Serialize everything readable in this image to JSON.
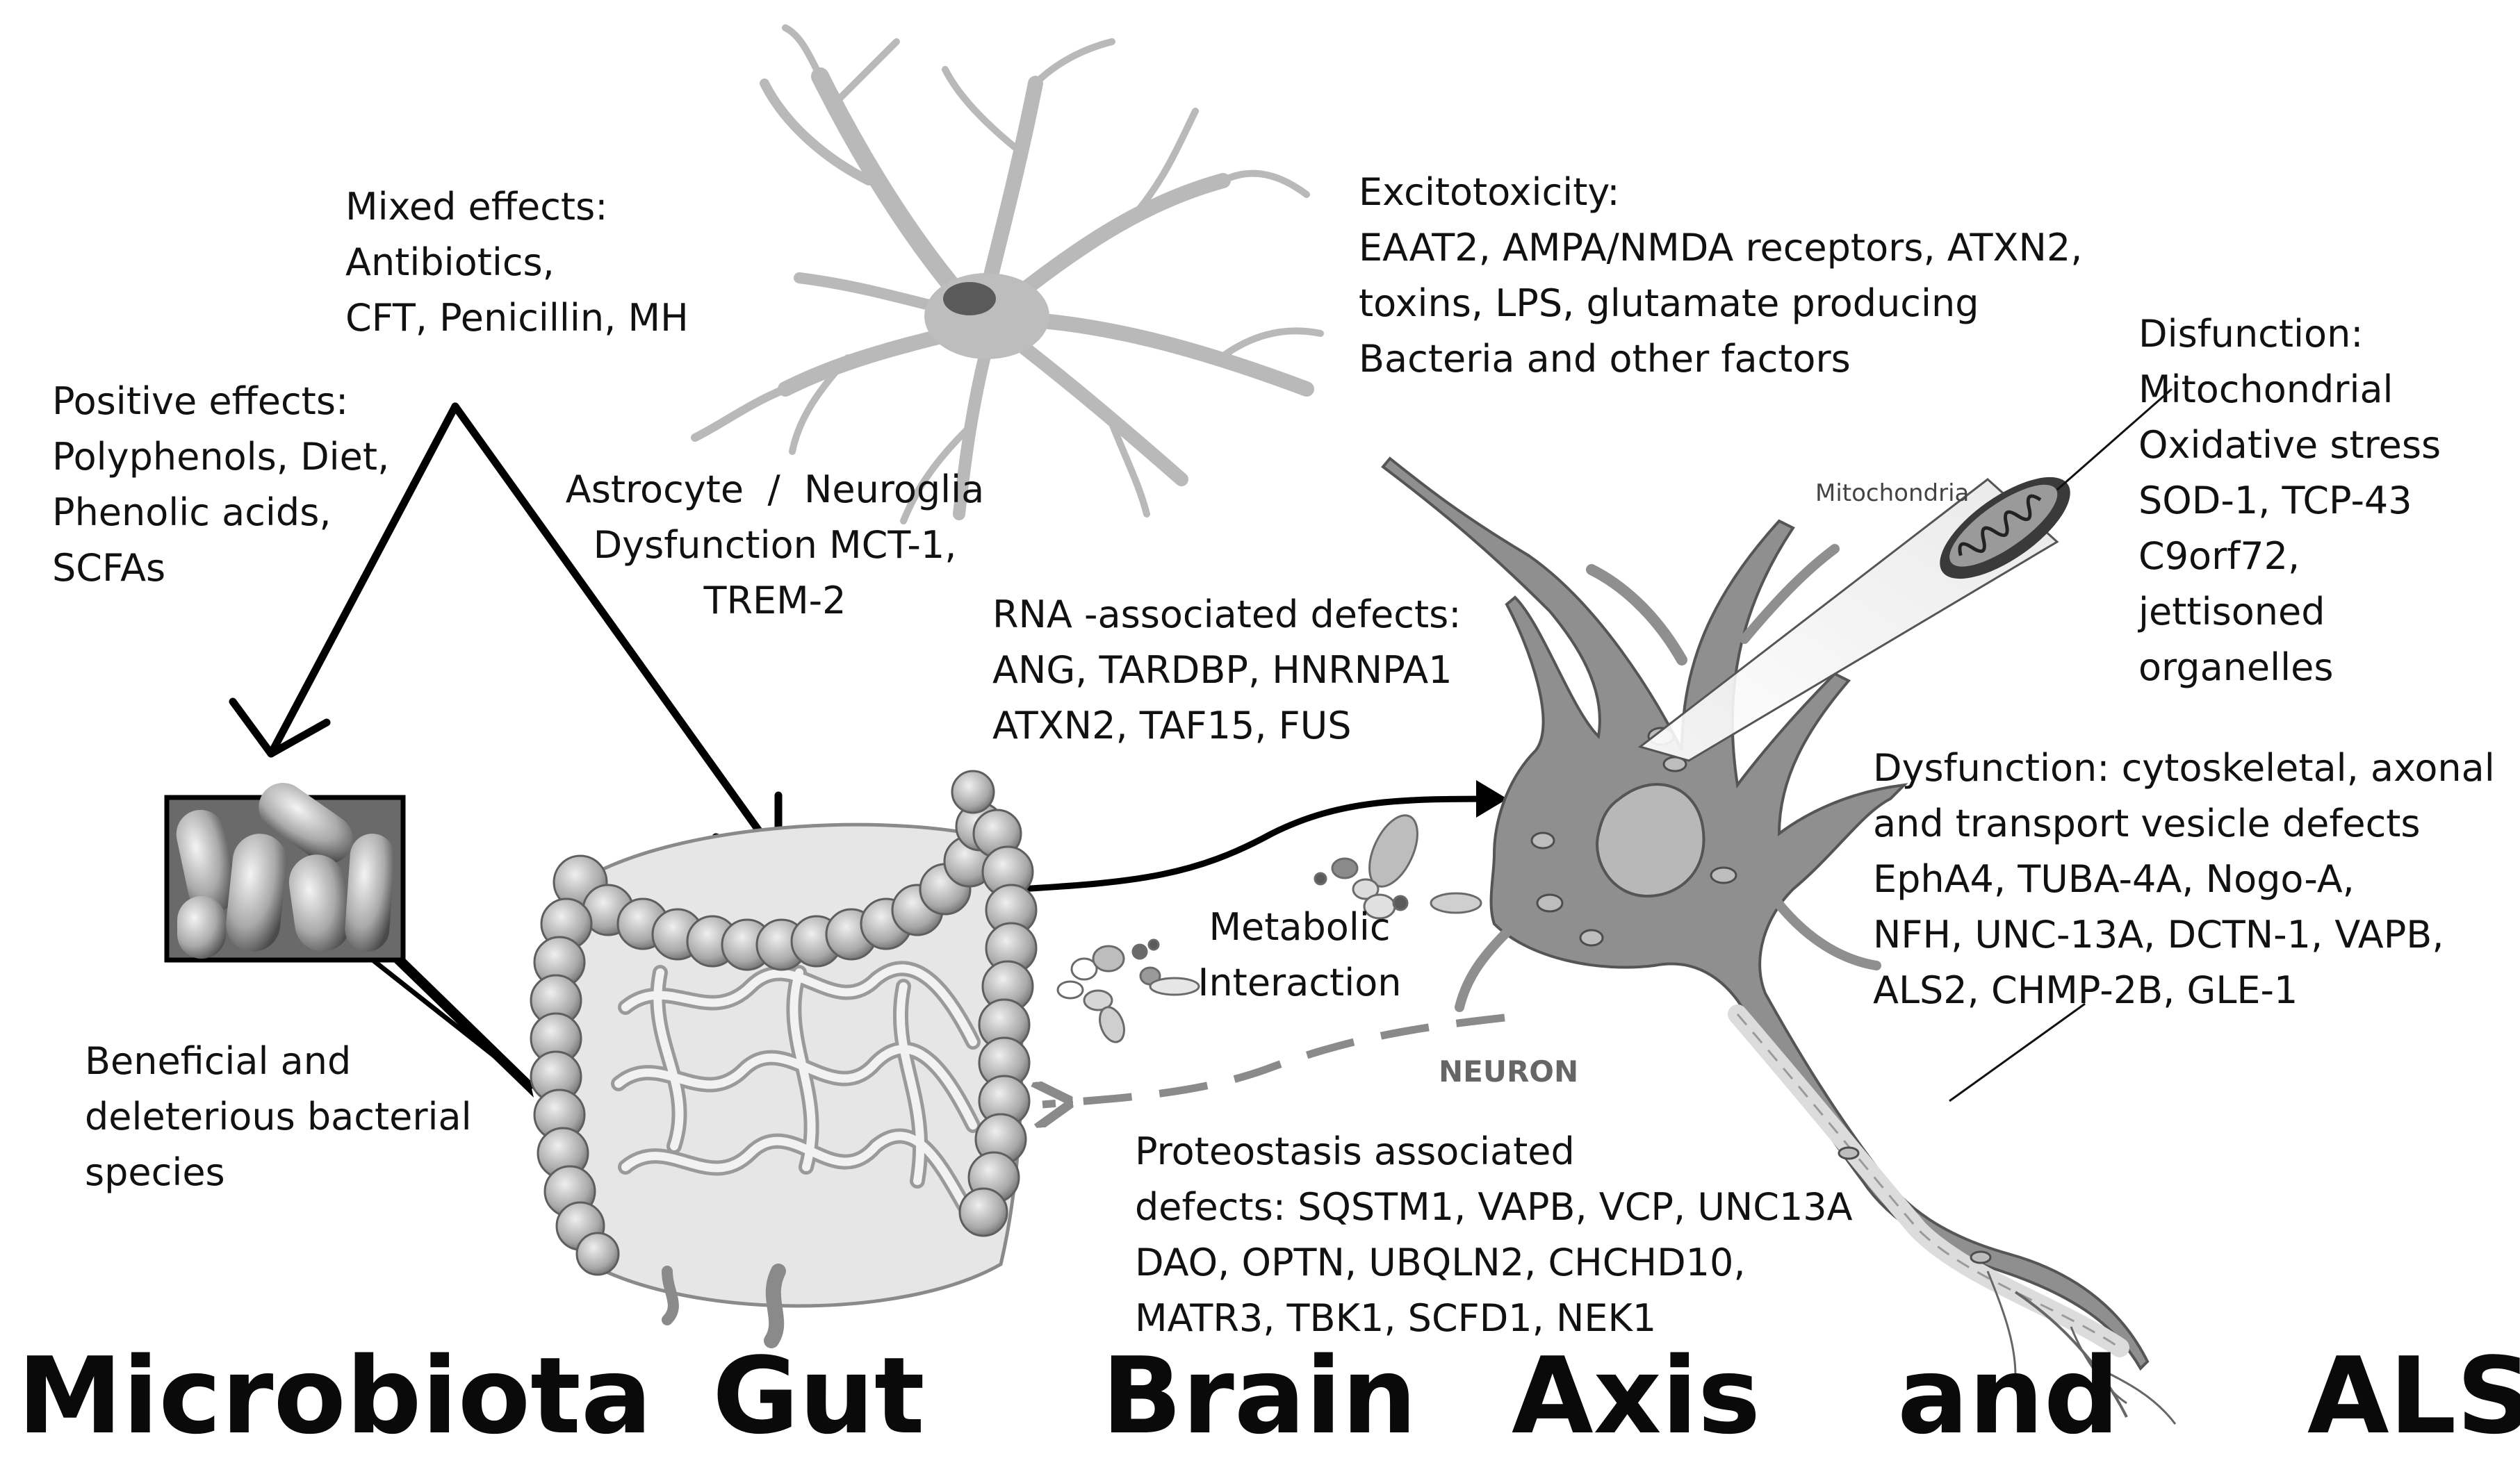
{
  "mixed_effects": {
    "heading": "Mixed effects:",
    "lines": [
      "Antibiotics,",
      "CFT, Penicillin, MH"
    ]
  },
  "positive_effects": {
    "heading": "Positive effects:",
    "lines": [
      "Polyphenols, Diet,",
      "Phenolic acids,",
      "SCFAs"
    ]
  },
  "astrocyte": {
    "lines": [
      "Astrocyte  /  Neuroglia",
      "Dysfunction MCT-1,",
      "TREM-2"
    ]
  },
  "excitotoxicity": {
    "heading": "Excitotoxicity:",
    "lines": [
      "EAAT2, AMPA/NMDA receptors, ATXN2,",
      "toxins, LPS, glutamate producing",
      "Bacteria and other factors"
    ]
  },
  "mito_dysfunction": {
    "heading": "Disfunction:",
    "lines": [
      "Mitochondrial",
      "Oxidative stress",
      "SOD-1, TCP-43",
      "C9orf72,",
      "jettisoned",
      "organelles"
    ]
  },
  "mitochondria_label": "Mitochondria",
  "rna_defects": {
    "heading": "RNA -associated defects:",
    "lines": [
      "ANG, TARDBP, HNRNPA1",
      "ATXN2, TAF15, FUS"
    ]
  },
  "cytoskeletal": {
    "heading": "Dysfunction: cytoskeletal, axonal",
    "lines": [
      "and transport vesicle defects",
      "EphA4, TUBA-4A, Nogo-A,",
      "NFH, UNC-13A, DCTN-1, VAPB,",
      "ALS2, CHMP-2B, GLE-1"
    ]
  },
  "bacteria": {
    "lines": [
      "Beneficial and",
      "deleterious bacterial",
      "species"
    ]
  },
  "metabolic": {
    "lines": [
      "Metabolic",
      "Interaction"
    ]
  },
  "neuron_label": "NEURON",
  "proteostasis": {
    "heading": "Proteostasis associated",
    "lines": [
      "defects: SQSTM1, VAPB, VCP, UNC13A",
      "DAO, OPTN, UBQLN2, CHCHD10,",
      "MATR3, TBK1, SCFD1, NEK1"
    ]
  },
  "title_words": [
    "Microbiota",
    "Gut",
    "Brain",
    "Axis",
    "and",
    "ALS"
  ]
}
